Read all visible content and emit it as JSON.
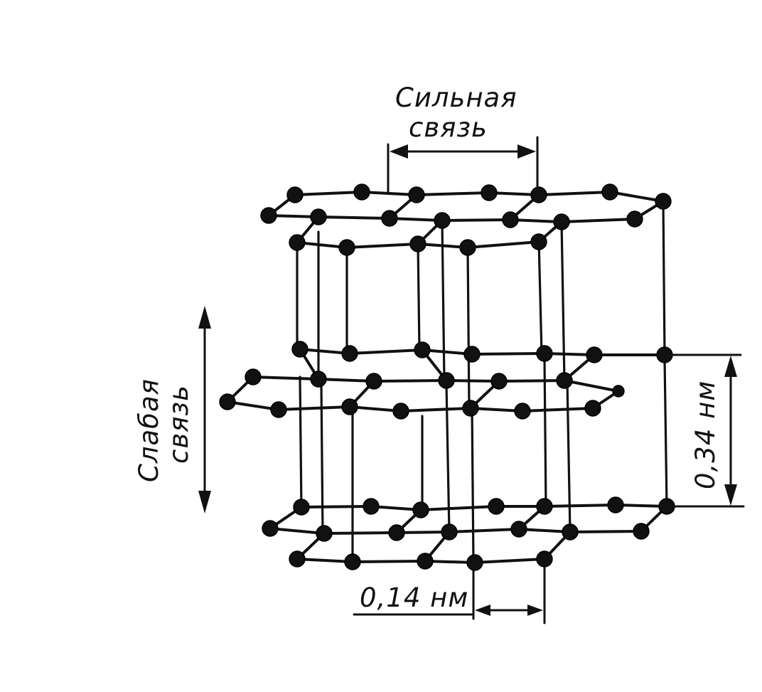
{
  "labels": {
    "strong_bond_line1": "Сильная",
    "strong_bond_line2": "связь",
    "weak_bond_line1": "Слабая",
    "weak_bond_line2": "связь",
    "interlayer_distance": "0,34 нм",
    "bond_length": "0,14 нм"
  },
  "colors": {
    "ink": "#111111",
    "background": "#ffffff"
  }
}
